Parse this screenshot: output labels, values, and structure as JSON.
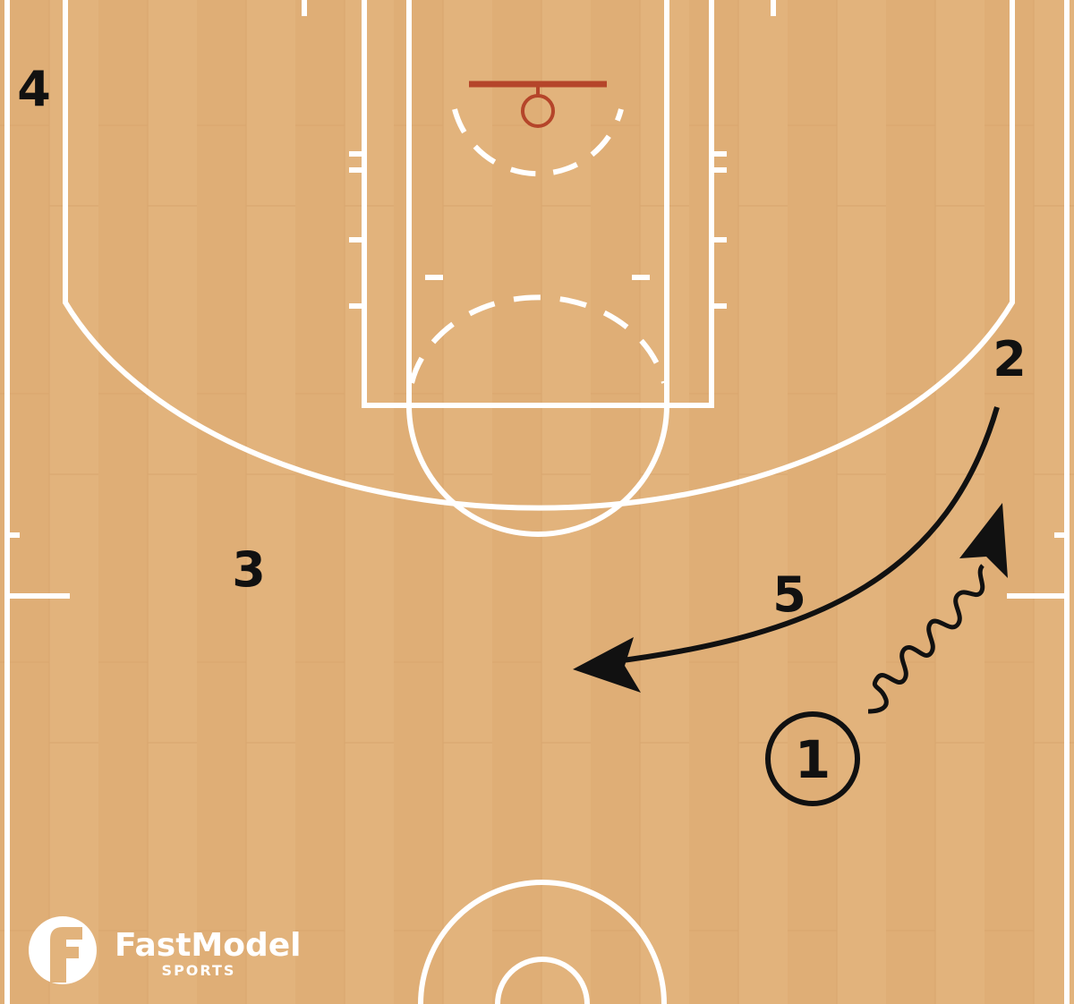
{
  "colors": {
    "court_wood": "#e2b37c",
    "court_wood_dark": "#d5a46c",
    "lines": "#ffffff",
    "rim": "#b5452a",
    "players": "#111111",
    "brand": "#ffffff"
  },
  "players": [
    {
      "id": "p4",
      "label": "4",
      "circled": false
    },
    {
      "id": "p2",
      "label": "2",
      "circled": false
    },
    {
      "id": "p3",
      "label": "3",
      "circled": false
    },
    {
      "id": "p5",
      "label": "5",
      "circled": false
    },
    {
      "id": "p1",
      "label": "1",
      "circled": true,
      "has_ball": true
    }
  ],
  "actions": [
    {
      "type": "cut",
      "from": "2",
      "description": "cut from wing to top of key, arrow"
    },
    {
      "type": "dribble",
      "from": "1",
      "description": "dribble toward right wing, arrow"
    }
  ],
  "logo": {
    "brand_name": "FastModel",
    "brand_sub": "SPORTS",
    "icon": "fastmodel-f-logo-icon"
  }
}
